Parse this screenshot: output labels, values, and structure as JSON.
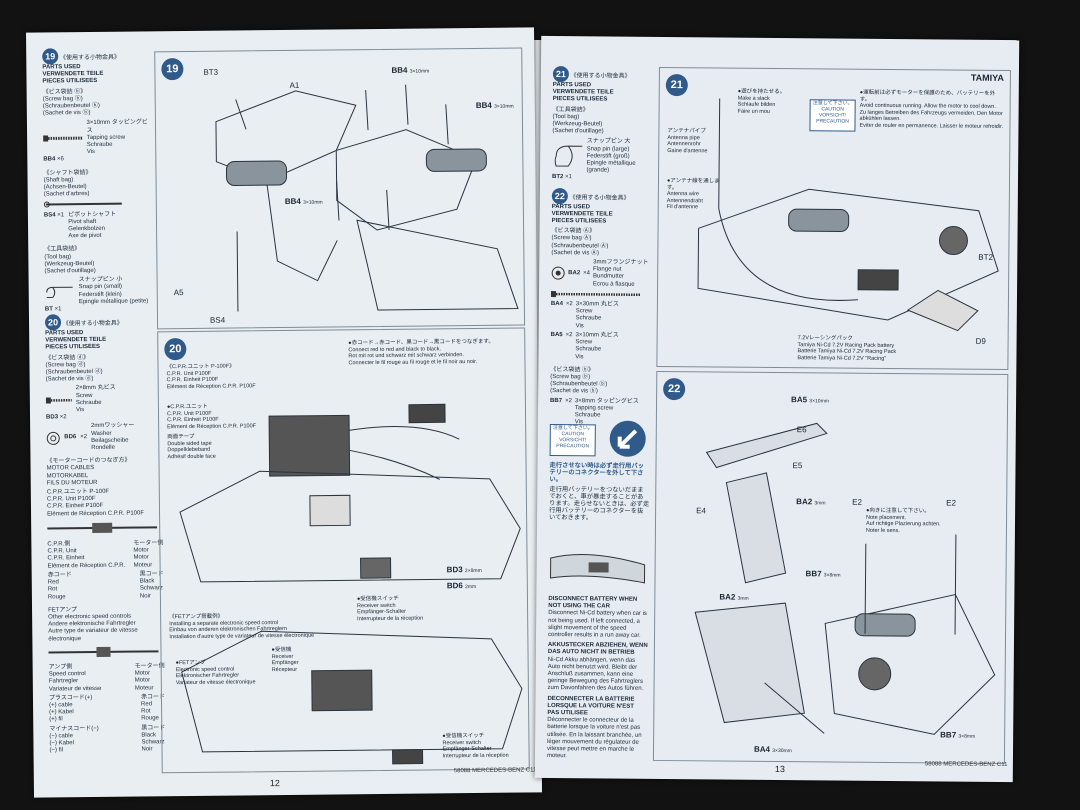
{
  "left_page": {
    "page_number": "12",
    "footer": "58088 MERCEDES-BENZ C11",
    "step19": {
      "number": "19",
      "parts_title": "《使用する小物金具》",
      "parts_used": "PARTS USED",
      "verwendete": "VERWENDETE TEILE",
      "pieces": "PIECES UTILISEES",
      "screw_bag_jp": "《ビス袋詰 ⓑ》",
      "screw_bag": "(Screw bag ⓑ)",
      "screw_bag_de": "(Schraubenbeutel ⓑ)",
      "screw_bag_fr": "(Sachet de vis ⓑ)",
      "bb4_label": "BB4",
      "bb4_qty": "×6",
      "bb4_desc": "3×10mm タッピングビス",
      "bb4_en": "Tapping screw",
      "bb4_de": "Schraube",
      "bb4_fr": "Vis",
      "shaft_bag_jp": "《シャフト袋詰》",
      "shaft_bag": "(Shaft bag)",
      "shaft_bag_de": "(Achsen-Beutel)",
      "shaft_bag_fr": "(Sachet d'arbres)",
      "bs4_label": "BS4",
      "bs4_qty": "×1",
      "bs4_desc": "ピボットシャフト",
      "bs4_en": "Pivot shaft",
      "bs4_de": "Gelenkbolzen",
      "bs4_fr": "Axe de pivot",
      "tool_bag_jp": "《工具袋詰》",
      "tool_bag": "(Tool bag)",
      "tool_bag_de": "(Werkzeug-Beutel)",
      "tool_bag_fr": "(Sachet d'outillage)",
      "bt_label": "BT",
      "bt_qty": "×1",
      "bt_desc": "スナップピン 小",
      "bt_en": "Snap pin (small)",
      "bt_de": "Federstift (klein)",
      "bt_fr": "Epingle métallique (petite)"
    },
    "step20": {
      "number": "20",
      "parts_title": "《使用する小物金具》",
      "parts_used": "PARTS USED",
      "verwendete": "VERWENDETE TEILE",
      "pieces": "PIECES UTILISEES",
      "screw_bag_jp": "《ビス袋詰 ⓓ》",
      "screw_bag": "(Screw bag ⓓ)",
      "screw_bag_de": "(Schraubenbeutel ⓓ)",
      "screw_bag_fr": "(Sachet de vis ⓓ)",
      "bd3_label": "BD3",
      "bd3_qty": "×2",
      "bd3_desc": "2×8mm 丸ビス",
      "bd3_en": "Screw",
      "bd3_de": "Schraube",
      "bd3_fr": "Vis",
      "bd6_label": "BD6",
      "bd6_qty": "×2",
      "bd6_desc": "2mmワッシャー",
      "bd6_en": "Washer",
      "bd6_de": "Beilagscheibe",
      "bd6_fr": "Rondelle",
      "motor_jp": "《モーターコードのつなぎ方》",
      "motor_en": "MOTOR CABLES",
      "motor_de": "MOTORKABEL",
      "motor_fr": "FILS DU MOTEUR",
      "cpr_unit": "C.P.R.ユニット P-100F",
      "cpr_en": "C.P.R. Unit P100F",
      "cpr_de": "C.P.R. Einheit P100F",
      "cpr_fr": "Elément de Réception C.P.R. P100F",
      "cpr_side": "C.P.R.側",
      "motor_side": "モーター側",
      "cpr_unit2": "C.P.R. Unit",
      "cpr_einheit": "C.P.R. Einheit",
      "cpr_elem": "Elément de Réception C.P.R.",
      "motor": "Motor",
      "motor2": "Motor",
      "moteur": "Moteur",
      "red_jp": "赤コード",
      "red": "Red",
      "rot": "Rot",
      "rouge": "Rouge",
      "black_jp": "黒コード",
      "black": "Black",
      "schwarz": "Schwarz",
      "noir": "Noir",
      "fet_jp": "FETアンプ",
      "fet_en": "Other electronic speed controls",
      "fet_de": "Andere elektronische Fahrtregler",
      "fet_fr": "Autre type de variateur de vitesse électronique",
      "amp_jp": "アンプ側",
      "motor_side2": "モーター側",
      "speed_control": "Speed control",
      "fahrtregler": "Fahrtregler",
      "variateur": "Variateur de vitesse",
      "motor3": "Motor",
      "motor4": "Motor",
      "moteur2": "Moteur",
      "plus_jp": "プラスコード(+)",
      "plus_cable": "(+) cable",
      "plus_kabel": "(+) Kabel",
      "plus_fil": "(+) fil",
      "red_jp2": "赤コード",
      "red2": "Red",
      "rot2": "Rot",
      "rouge2": "Rouge",
      "minus_jp": "マイナスコード(−)",
      "minus_cable": "(−) cable",
      "minus_kabel": "(−) Kabel",
      "minus_fil": "(−) fil",
      "black_jp2": "黒コード",
      "black2": "Black",
      "schwarz2": "Schwarz",
      "noir2": "Noir"
    },
    "diagram19": {
      "number": "19",
      "bt3": "BT3",
      "a1": "A1",
      "bb4a": "BB4",
      "bb4a_size": "3×10mm",
      "bb4b": "BB4",
      "bb4b_size": "3×10mm",
      "bb4c": "BB4",
      "bb4c_size": "3×10mm",
      "a5": "A5",
      "bs4": "BS4"
    },
    "diagram20": {
      "number": "20",
      "cpr_title": "《C.P.R.ユニット P-100F》",
      "cpr_en": "C.P.R. Unit P100F",
      "cpr_de": "C.P.R. Einheit P100F",
      "cpr_fr": "Elément de Réception C.P.R. P100F",
      "note_jp": "●赤コード→赤コード、黒コード→黒コードをつなぎます。",
      "note_en": "Connect red to red and black to black.",
      "note_de": "Rot mit rot und schwarz mit schwarz verbinden.",
      "note_fr": "Connecter le fil rouge au fil rouge et le fil noir au noir.",
      "cpr_unit_jp": "●C.P.R.ユニット",
      "cpr_unit_en": "C.P.R. Unit P100F",
      "cpr_unit_de": "C.P.R. Einheit P100F",
      "cpr_unit_fr": "Elément de Réception C.P.R. P100F",
      "tape_jp": "両面テープ",
      "tape_en": "Double sided tape",
      "tape_de": "Doppelklebeband",
      "tape_fr": "Adhésif double face",
      "bd3": "BD3",
      "bd3_size": "2×8mm",
      "bd6": "BD6",
      "bd6_size": "2mm",
      "switch_jp": "●受信機スイッチ",
      "switch_en": "Receiver switch",
      "switch_de": "Empfänger-Schalter",
      "switch_fr": "Interrupteur de la réception",
      "fet_title": "《FETアンプ搭載例》",
      "fet_en": "Installing a separate electronic speed control",
      "fet_de": "Einbau von anderen elektronischen Fahrtreglern",
      "fet_fr": "Installation d'autre type de variateur de vitesse électronique",
      "fet_amp_jp": "●FETアンプ",
      "fet_amp_en": "Electronic speed control",
      "fet_amp_de": "Elektronischer Fahrtregler",
      "fet_amp_fr": "Variateur de vitesse électronique",
      "receiver_jp": "●受信機",
      "receiver_en": "Receiver",
      "receiver_de": "Empfänger",
      "receiver_fr": "Récepteur",
      "switch2_jp": "●受信機スイッチ",
      "switch2_en": "Receiver switch",
      "switch2_de": "Empfänger-Schalter",
      "switch2_fr": "Interrupteur de la réception"
    }
  },
  "right_page": {
    "page_number": "13",
    "footer": "58088 MERCEDES-BENZ C11",
    "brand": "TAMIYA",
    "step21": {
      "number": "21",
      "parts_title": "《使用する小物金具》",
      "parts_used": "PARTS USED",
      "verwendete": "VERWENDETE TEILE",
      "pieces": "PIECES UTILISEES",
      "tool_bag_jp": "《工具袋詰》",
      "tool_bag": "(Tool bag)",
      "tool_bag_de": "(Werkzeug-Beutel)",
      "tool_bag_fr": "(Sachet d'outillage)",
      "bt2_label": "BT2",
      "bt2_qty": "×1",
      "bt2_desc": "スナップピン 大",
      "bt2_en": "Snap pin (large)",
      "bt2_de": "Federstift (groß)",
      "bt2_fr": "Epingle métallique (grande)"
    },
    "step22": {
      "number": "22",
      "parts_title": "《使用する小物金具》",
      "parts_used": "PARTS USED",
      "verwendete": "VERWENDETE TEILE",
      "pieces": "PIECES UTILISEES",
      "screw_bag_a_jp": "《ビス袋詰 Ⓐ》",
      "screw_bag_a": "(Screw bag Ⓐ)",
      "screw_bag_a_de": "(Schraubenbeutel Ⓐ)",
      "screw_bag_a_fr": "(Sachet de vis Ⓐ)",
      "ba2_label": "BA2",
      "ba2_qty": "×4",
      "ba2_desc": "3mmフランジナット",
      "ba2_en": "Flange nut",
      "ba2_de": "Bundmutter",
      "ba2_fr": "Ecrou à flasque",
      "ba4_label": "BA4",
      "ba4_qty": "×2",
      "ba4_desc": "3×30mm 丸ビス",
      "ba4_en": "Screw",
      "ba4_de": "Schraube",
      "ba4_fr": "Vis",
      "ba5_label": "BA5",
      "ba5_qty": "×2",
      "ba5_desc": "3×10mm 丸ビス",
      "ba5_en": "Screw",
      "ba5_de": "Schraube",
      "ba5_fr": "Vis",
      "screw_bag_b_jp": "《ビス袋詰 ⓑ》",
      "screw_bag_b": "(Screw bag ⓑ)",
      "screw_bag_b_de": "(Schraubenbeutel ⓑ)",
      "screw_bag_b_fr": "(Sachet de vis ⓑ)",
      "bb7_label": "BB7",
      "bb7_qty": "×2",
      "bb7_desc": "3×8mm タッピングビス",
      "bb7_en": "Tapping screw",
      "bb7_de": "Schraube",
      "bb7_fr": "Vis"
    },
    "caution_box": {
      "jp": "注意して下さい。",
      "en": "CAUTION",
      "de": "VORSICHT!",
      "fr": "PRECAUTION"
    },
    "caution_text_jp1": "走行させない時は必ず走行用バッテリーのコネクターを外して下さい。",
    "caution_text_jp2": "走行用バッテリーをつないだままでおくと、車が暴走することがあります。走らせないときは、必ず走行用バッテリーのコネクターを抜いておきます。",
    "disconnect_title": "DISCONNECT BATTERY WHEN NOT USING THE CAR",
    "disconnect_text": "Disconnect Ni-Cd battery when car is not being used. If left connected, a slight movement of the speed controller results in a run away car.",
    "akku_title": "AKKUSTECKER ABZIEHEN, WENN DAS AUTO NICHT IN BETRIEB",
    "akku_text": "Ni-Cd Akku abhängen, wenn das Auto nicht benutzt wird. Bleibt der Anschluß zusammen, kann eine geringe Bewegung des Fahrtreglers zum Davonfahren des Autos führen.",
    "deconnecter_title": "DECONNECTER LA BATTERIE LORSQUE LA VOITURE N'EST PAS UTILISEE",
    "deconnecter_text": "Déconnecter le connecteur de la batterie lorsque la voiture n'est pas utilisée. En la laissant branchée, un léger mouvement du régulateur de vitesse peut mettre en marche le moteur.",
    "diagram21": {
      "number": "21",
      "note_jp": "●遊びを持たせる。",
      "note_en": "Make a slack",
      "note_de": "Schlaufe bilden",
      "note_fr": "Faire un mou",
      "caution_jp": "注意して下さい。",
      "caution_en": "CAUTION",
      "caution_de": "VORSICHT!",
      "caution_fr": "PRECAUTION",
      "warn_jp": "●運転前は必ずモーターを保護のため、バッテリーを外す。",
      "warn_en": "Avoid continuous running. Allow the motor to cool down.",
      "warn_de": "Zu langes Betreiben des Fahrzeugs vermeiden. Den Motor abkühlen lassen.",
      "warn_fr": "Eviter de rouler en permanence. Laisser le moteur refroidir.",
      "antenna_jp": "アンテナパイプ",
      "antenna_en": "Antenna pipe",
      "antenna_de": "Antennenrohr",
      "antenna_fr": "Gaine d'antenne",
      "antenna2_jp": "●アンテナ線を通します。",
      "antenna2_en": "Antenna wire",
      "antenna2_de": "Antennendraht",
      "antenna2_fr": "Fil d'antenne",
      "bt2": "BT2",
      "d9": "D9",
      "battery_jp": "7.2Vレーシングパック",
      "battery_en": "Tamiya Ni-Cd 7.2V Racing Pack battery",
      "battery_de": "Batterie Tamiya Ni-Cd 7.2V Racing Pack",
      "battery_fr": "Batterie Tamiya Ni-Cd 7.2V \"Racing\""
    },
    "diagram22": {
      "number": "22",
      "ba5": "BA5",
      "ba5_size": "3×10mm",
      "e6": "E6",
      "e5": "E5",
      "e4": "E4",
      "ba2a": "BA2",
      "ba2a_size": "3mm",
      "e2a": "E2",
      "e2b": "E2",
      "note_jp": "●向きに注意して下さい。",
      "note_en": "Note placement.",
      "note_de": "Auf richtige Plazierung achten.",
      "note_fr": "Noter le sens.",
      "bb7a": "BB7",
      "bb7a_size": "3×8mm",
      "ba2b": "BA2",
      "ba2b_size": "3mm",
      "bb7b": "BB7",
      "bb7b_size": "3×8mm",
      "ba4": "BA4",
      "ba4_size": "3×30mm"
    }
  }
}
